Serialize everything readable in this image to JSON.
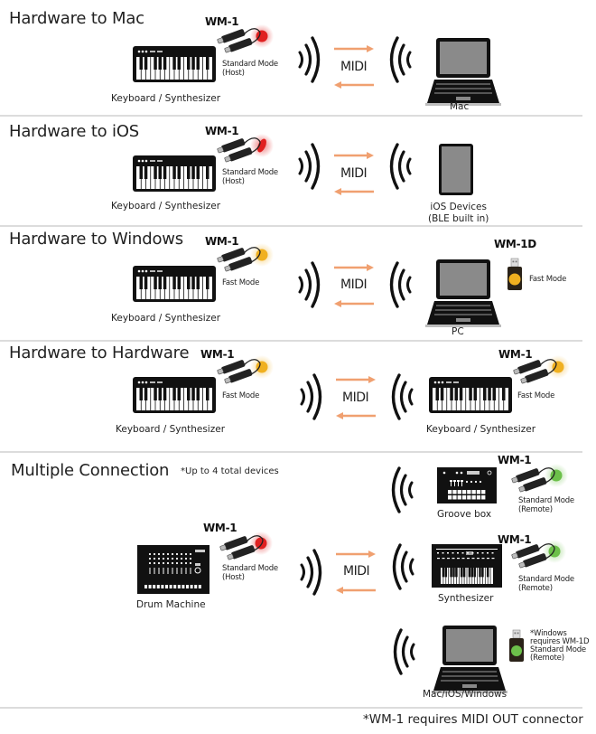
{
  "sections": [
    {
      "title": "Hardware to Mac",
      "source": {
        "wm_label": "WM-1",
        "mode_lines": [
          "Standard Mode",
          "(Host)"
        ],
        "led_color": "#e02020",
        "device_label": "Keyboard / Synthesizer"
      },
      "link_label": "MIDI",
      "target": {
        "device_label_lines": [
          "Mac"
        ]
      }
    },
    {
      "title": "Hardware to iOS",
      "source": {
        "wm_label": "WM-1",
        "mode_lines": [
          "Standard Mode",
          "(Host)"
        ],
        "led_color": "#e02020",
        "device_label": "Keyboard / Synthesizer"
      },
      "link_label": "MIDI",
      "target": {
        "device_label_lines": [
          "iOS Devices",
          "(BLE built in)"
        ]
      }
    },
    {
      "title": "Hardware to Windows",
      "source": {
        "wm_label": "WM-1",
        "mode_lines": [
          "Fast Mode"
        ],
        "led_color": "#f0b020",
        "device_label": "Keyboard / Synthesizer"
      },
      "link_label": "MIDI",
      "target": {
        "device_label_lines": [
          "PC"
        ],
        "dongle_label": "WM-1D",
        "dongle_mode": "Fast Mode",
        "dongle_led_color": "#f0b020"
      }
    },
    {
      "title": "Hardware to Hardware",
      "source": {
        "wm_label": "WM-1",
        "mode_lines": [
          "Fast Mode"
        ],
        "led_color": "#f0b020",
        "device_label": "Keyboard / Synthesizer"
      },
      "link_label": "MIDI",
      "target": {
        "wm_label": "WM-1",
        "mode_lines": [
          "Fast Mode"
        ],
        "led_color": "#f0b020",
        "device_label_lines": [
          "Keyboard / Synthesizer"
        ]
      }
    },
    {
      "title": "Multiple Connection",
      "note": "*Up to 4 total devices",
      "source": {
        "wm_label": "WM-1",
        "mode_lines": [
          "Standard Mode",
          "(Host)"
        ],
        "led_color": "#e02020",
        "device_label": "Drum  Machine"
      },
      "link_label": "MIDI",
      "targets": [
        {
          "device_label": "Groove box",
          "wm_label": "WM-1",
          "mode_lines": [
            "Standard Mode",
            "(Remote)"
          ],
          "led_color": "#6cc04a"
        },
        {
          "device_label": "Synthesizer",
          "wm_label": "WM-1",
          "mode_lines": [
            "Standard Mode",
            "(Remote)"
          ],
          "led_color": "#6cc04a"
        },
        {
          "device_label": "Mac/iOS/Windows",
          "dongle_note_lines": [
            "*Windows",
            "requires WM-1D",
            "Standard Mode",
            "(Remote)"
          ],
          "dongle_led_color": "#6cc04a"
        }
      ]
    }
  ],
  "footer_note": "*WM-1 requires MIDI OUT connector",
  "colors": {
    "arrow": "#f0a070",
    "divider": "#dcdcdc",
    "laptop_screen": "#8a8a8a"
  }
}
